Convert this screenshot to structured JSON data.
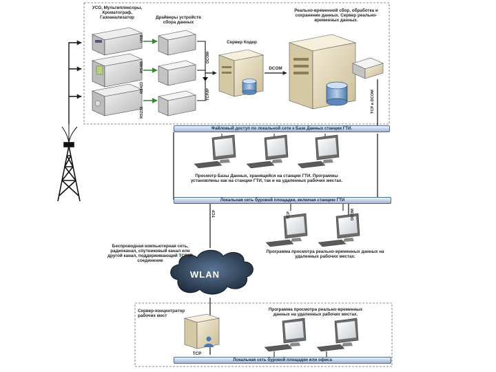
{
  "labels": {
    "sensors_group": "УСО, Мультиплексоры, Хроматограф, Газоанализатор",
    "collection_devices": "Драйверы устройств сбора данных",
    "server_coder": "Сервер Кодер",
    "realtime_server": "Реально-временной сбор, обработка и сохранение данных. Сервер реально-временных данных.",
    "db_view": "Просмотр Базы Данных, хранящейся на станции ГТИ. Программы установлены как на станции ГТИ, так и на удаленных рабочих местах.",
    "realtime_view": "Программа просмотра реально-временных данных на удаленных рабочих местах.",
    "wireless": "Беспроводная компьютерная сеть, радиоканал, спутниковый канал или другой канал, поддерживающий TCP/IP соединение",
    "concentrator": "Сервер-концентратор рабочих мест",
    "remote_view": "Программа просмотра реально-временных данных на удаленных рабочих местах."
  },
  "ports": {
    "usb": "USB",
    "rs485": "RS485",
    "rs422": "RS422",
    "rs232": "RS232",
    "dcom_v": "DCOM",
    "tcpip": "TCP/IP",
    "dcom_h": "DCOM",
    "tcp_dcom": "TCP и DCOM",
    "tcp1": "TCP",
    "tcp2": "TCP",
    "dcom2": "DCOM",
    "tcp3": "TCP"
  },
  "buses": {
    "file_access": "Файловый доступ по локальной сети к Базе Данных станции ГТИ.",
    "lan_drill": "Локальная сеть буровой площадки, включая станцию ГТИ",
    "lan_office": "Локальная сеть буровой площадки или офиса"
  },
  "cloud": {
    "title": "WLAN"
  },
  "colors": {
    "bus_border": "#4d6a8f",
    "arrow_green": "#2f8a2a",
    "cloud_dark": "#243447",
    "server_beige": "#e8dcc0"
  }
}
